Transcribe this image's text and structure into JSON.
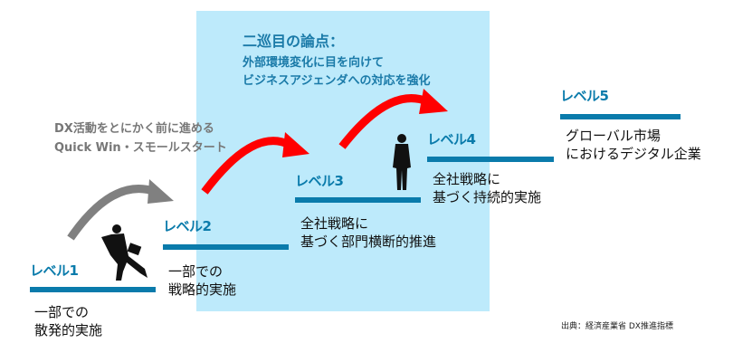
{
  "box": {
    "title": "二巡目の論点：",
    "lines": [
      "外部環境変化に目を向けて",
      "ビジネスアジェンダへの対応を強化"
    ]
  },
  "quick_win": {
    "lines": [
      "DX活動をとにかく前に進める",
      "Quick Win・スモールスタート"
    ]
  },
  "levels": [
    {
      "label": "レベル1",
      "desc": [
        "一部での",
        "散発的実施"
      ]
    },
    {
      "label": "レベル2",
      "desc": [
        "一部での",
        "戦略的実施"
      ]
    },
    {
      "label": "レベル3",
      "desc": [
        "全社戦略に",
        "基づく部門横断的推進"
      ]
    },
    {
      "label": "レベル4",
      "desc": [
        "全社戦略に",
        "基づく持続的実施"
      ]
    },
    {
      "label": "レベル5",
      "desc": [
        "グローバル市場",
        "におけるデジタル企業"
      ]
    }
  ],
  "source": "出典：経済産業省 DX推進指標",
  "colors": {
    "accent": "#0a7bab",
    "box": "#bdeafb",
    "red_arrow": "#ff0000",
    "grey_arrow": "#808080"
  }
}
